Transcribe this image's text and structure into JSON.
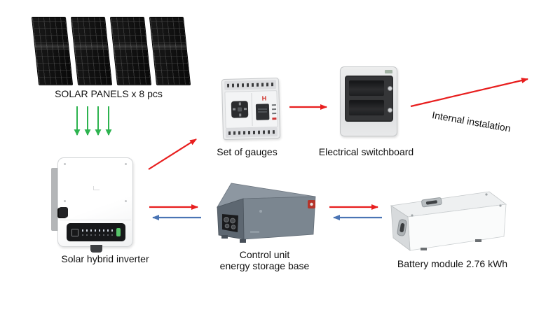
{
  "colors": {
    "background": "#ffffff",
    "arrow_red": "#e81e1e",
    "arrow_blue": "#4a74b4",
    "arrow_green": "#2db34f"
  },
  "nodes": {
    "solar_panels": {
      "label": "SOLAR PANELS x 8 pcs",
      "panels_shown": 4
    },
    "inverter": {
      "label": "Solar hybrid inverter"
    },
    "gauges": {
      "label": "Set of gauges",
      "logo": "H"
    },
    "switchboard": {
      "label": "Electrical switchboard"
    },
    "control_unit": {
      "label_line1": "Control unit",
      "label_line2": "energy storage base"
    },
    "battery": {
      "label": "Battery module 2.76 kWh"
    },
    "internal_installation": {
      "label": "Internal instalation"
    }
  }
}
